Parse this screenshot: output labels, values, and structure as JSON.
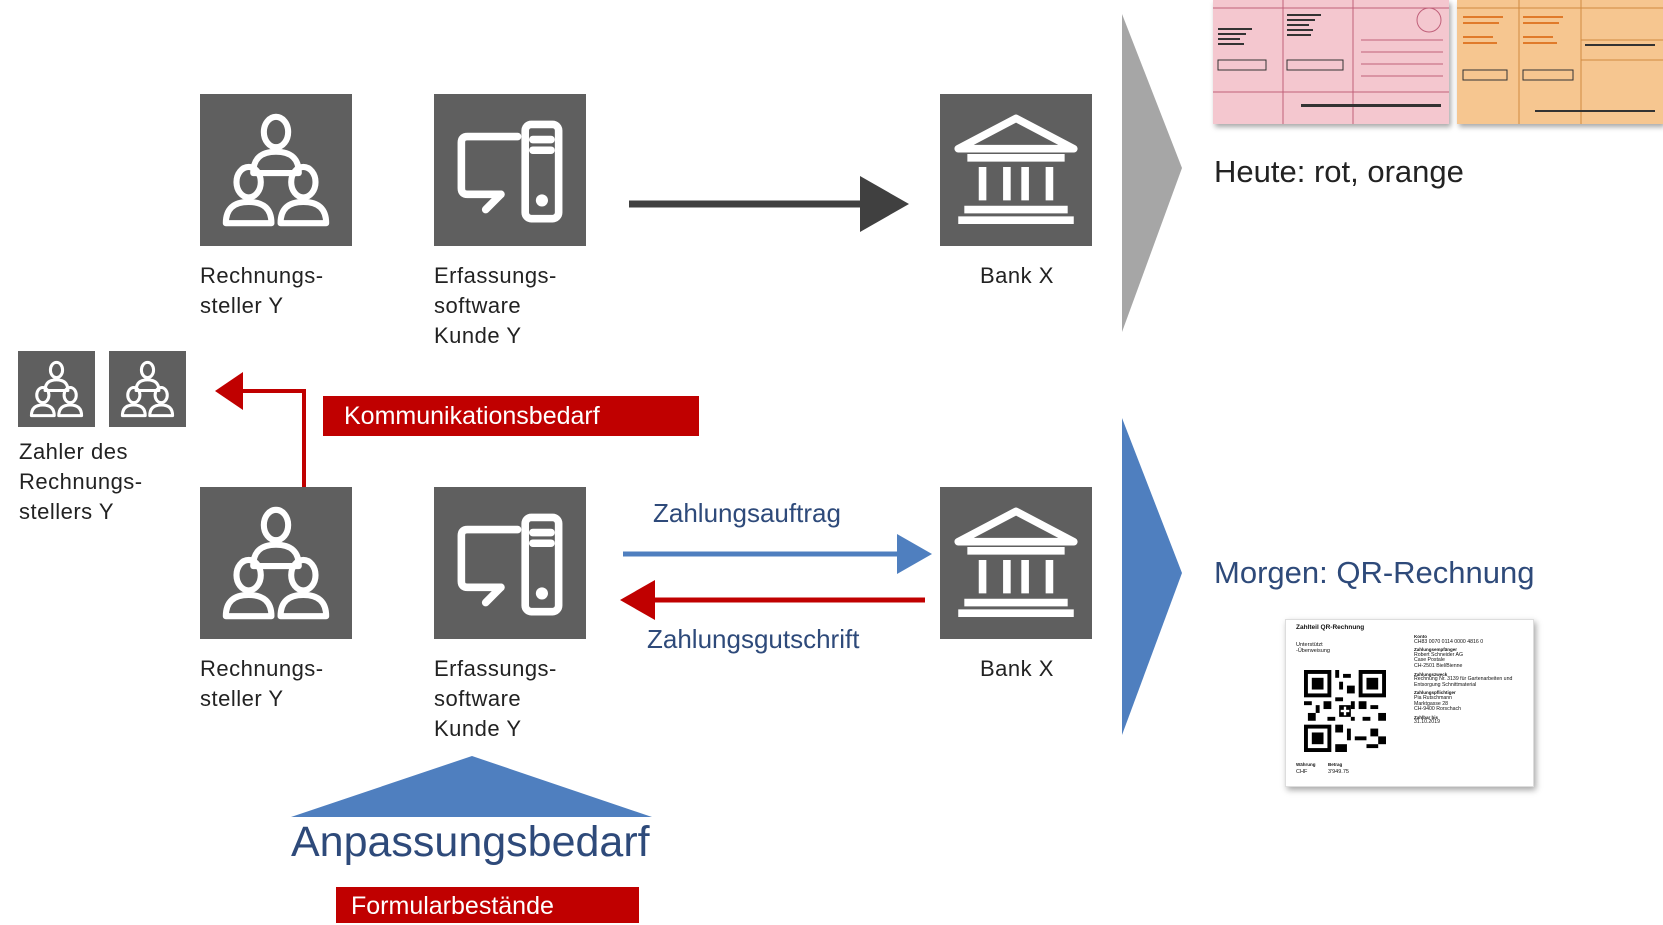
{
  "top_row": {
    "rechnungssteller_label": "Rechnungs-\nsteller Y",
    "software_label": "Erfassungs-\nsoftware\nKunde Y",
    "bank_label": "Bank X"
  },
  "payers": {
    "label": "Zahler des\nRechnungs-\nstellers Y"
  },
  "bottom_row": {
    "rechnungssteller_label": "Rechnungs-\nsteller Y",
    "software_label": "Erfassungs-\nsoftware\nKunde Y",
    "bank_label": "Bank X"
  },
  "kommunikation": "Kommunikationsbedarf",
  "zahlungsauftrag": "Zahlungsauftrag",
  "zahlungsgutschrift": "Zahlungsgutschrift",
  "anpassungsbedarf": "Anpassungsbedarf",
  "formularbestaende": "Formularbestände",
  "heute": "Heute: rot, orange",
  "morgen": "Morgen: QR-Rechnung",
  "qr_slip": {
    "title": "Zahlteil QR-Rechnung",
    "left_text": "Unterstützt\n-Überweisung",
    "currency_label": "Währung",
    "currency": "CHF",
    "amount_label": "Betrag",
    "amount": "3'949.75",
    "konto_label": "Konto",
    "konto": "CH83 0070 0114 0000 4816 0",
    "empf_label": "Zahlungsempfänger",
    "empf": "Robert Schneider AG\nCase Postale\nCH-2501 Biel/Bienne",
    "zweck_label": "Zahlungszweck",
    "zweck": "Rechnung Nr. 3139 für Gartenarbeiten und\nEntsorgung Schnittmaterial",
    "pfl_label": "Zahlungspflichtiger",
    "pfl": "Pia Rutschmann\nMarktgasse 28\nCH-9400 Rorschach",
    "zahlbar_label": "Zahlbar bis",
    "zahlbar": "31.10.2019"
  },
  "colors": {
    "tile": "#5f5f5f",
    "red": "#c00000",
    "blue": "#4f7fbf",
    "grey_arrow": "#a6a6a6",
    "dark_arrow": "#404040",
    "navy_text": "#2e4a7a",
    "pink_slip": "#f4c7cf",
    "orange_slip": "#f6c690"
  },
  "icons": [
    "people-icon",
    "computer-icon",
    "bank-icon"
  ]
}
